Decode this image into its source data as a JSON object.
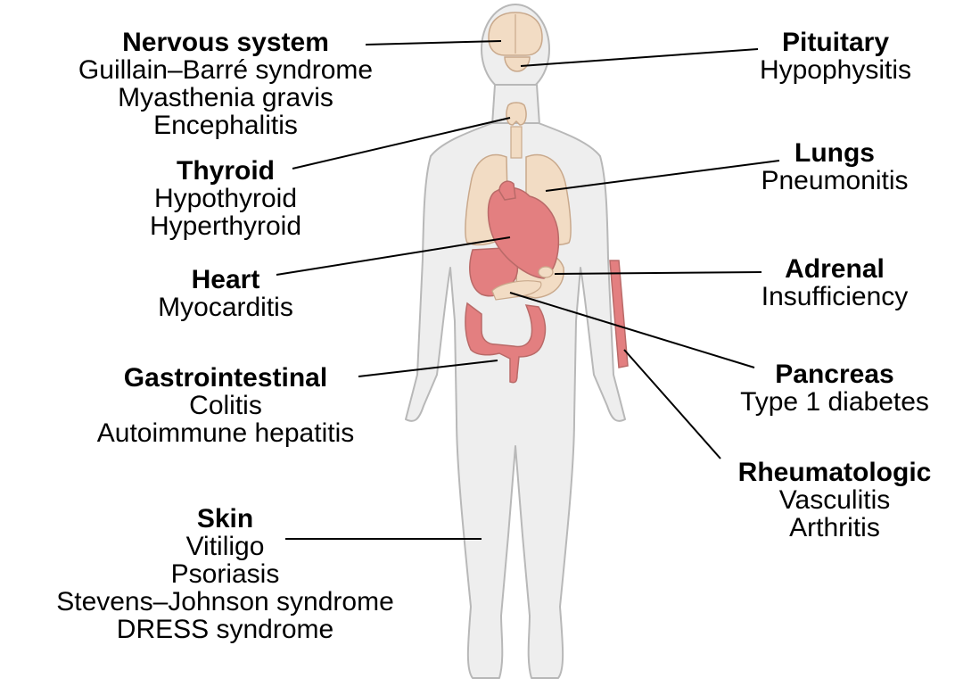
{
  "organs": [
    {
      "id": "nervous",
      "title": "Nervous system",
      "conditions": [
        "Guillain–Barré syndrome",
        "Myasthenia gravis",
        "Encephalitis"
      ]
    },
    {
      "id": "thyroid",
      "title": "Thyroid",
      "conditions": [
        "Hypothyroid",
        "Hyperthyroid"
      ]
    },
    {
      "id": "heart",
      "title": "Heart",
      "conditions": [
        "Myocarditis"
      ]
    },
    {
      "id": "gi",
      "title": "Gastrointestinal",
      "conditions": [
        "Colitis",
        "Autoimmune hepatitis"
      ]
    },
    {
      "id": "skin",
      "title": "Skin",
      "conditions": [
        "Vitiligo",
        "Psoriasis",
        "Stevens–Johnson syndrome",
        "DRESS syndrome"
      ]
    },
    {
      "id": "pituitary",
      "title": "Pituitary",
      "conditions": [
        "Hypophysitis"
      ]
    },
    {
      "id": "lungs",
      "title": "Lungs",
      "conditions": [
        "Pneumonitis"
      ]
    },
    {
      "id": "adrenal",
      "title": "Adrenal",
      "conditions": [
        "Insufficiency"
      ]
    },
    {
      "id": "pancreas",
      "title": "Pancreas",
      "conditions": [
        "Type 1 diabetes"
      ]
    },
    {
      "id": "rheum",
      "title": "Rheumatologic",
      "conditions": [
        "Vasculitis",
        "Arthritis"
      ]
    }
  ],
  "colors": {
    "body_fill": "#eeeeee",
    "body_outline": "#b8b8b8",
    "organ_tan": "#f2dcc4",
    "organ_red": "#e37f80",
    "organ_outline": "#b96a68",
    "leader_line": "#000000"
  }
}
